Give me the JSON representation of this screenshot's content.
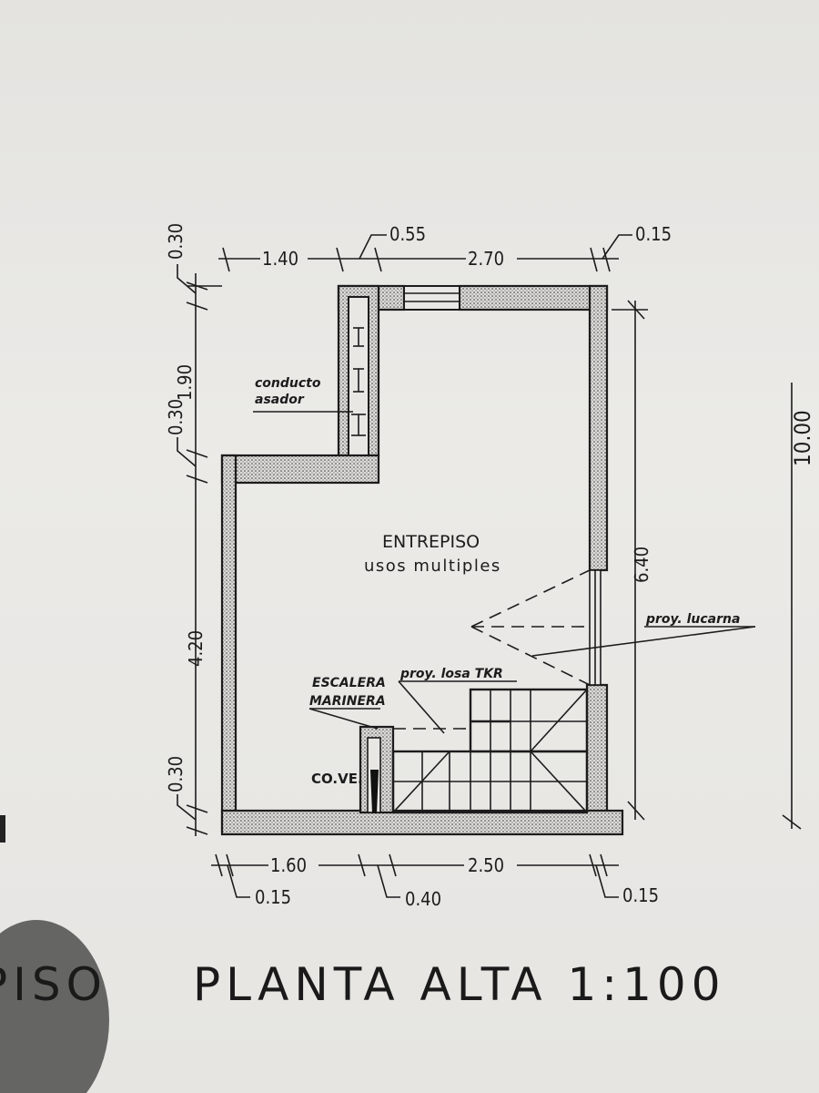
{
  "plan": {
    "title": "PLANTA ALTA 1:100",
    "partial_title": "PISO",
    "room": {
      "name": "ENTREPISO",
      "subtitle": "usos multiples"
    },
    "labels": {
      "duct_line1": "conducto",
      "duct_line2": "asador",
      "ladder_line1": "ESCALERA",
      "ladder_line2": "MARINERA",
      "slab": "proy. losa TKR",
      "skylight": "proy. lucarna",
      "coVe": "CO.VE."
    },
    "dims_top": {
      "a": "1.40",
      "b": "0.55",
      "c": "2.70",
      "d": "0.15"
    },
    "dims_bottom": {
      "a": "1.60",
      "b": "0.15",
      "c": "0.40",
      "d": "2.50",
      "e": "0.15"
    },
    "dims_left": {
      "a": "0.30",
      "b": "1.90",
      "c": "0.30",
      "d": "4.20",
      "e": "0.30"
    },
    "dims_right": {
      "a": "6.40",
      "b": "10.00"
    }
  }
}
